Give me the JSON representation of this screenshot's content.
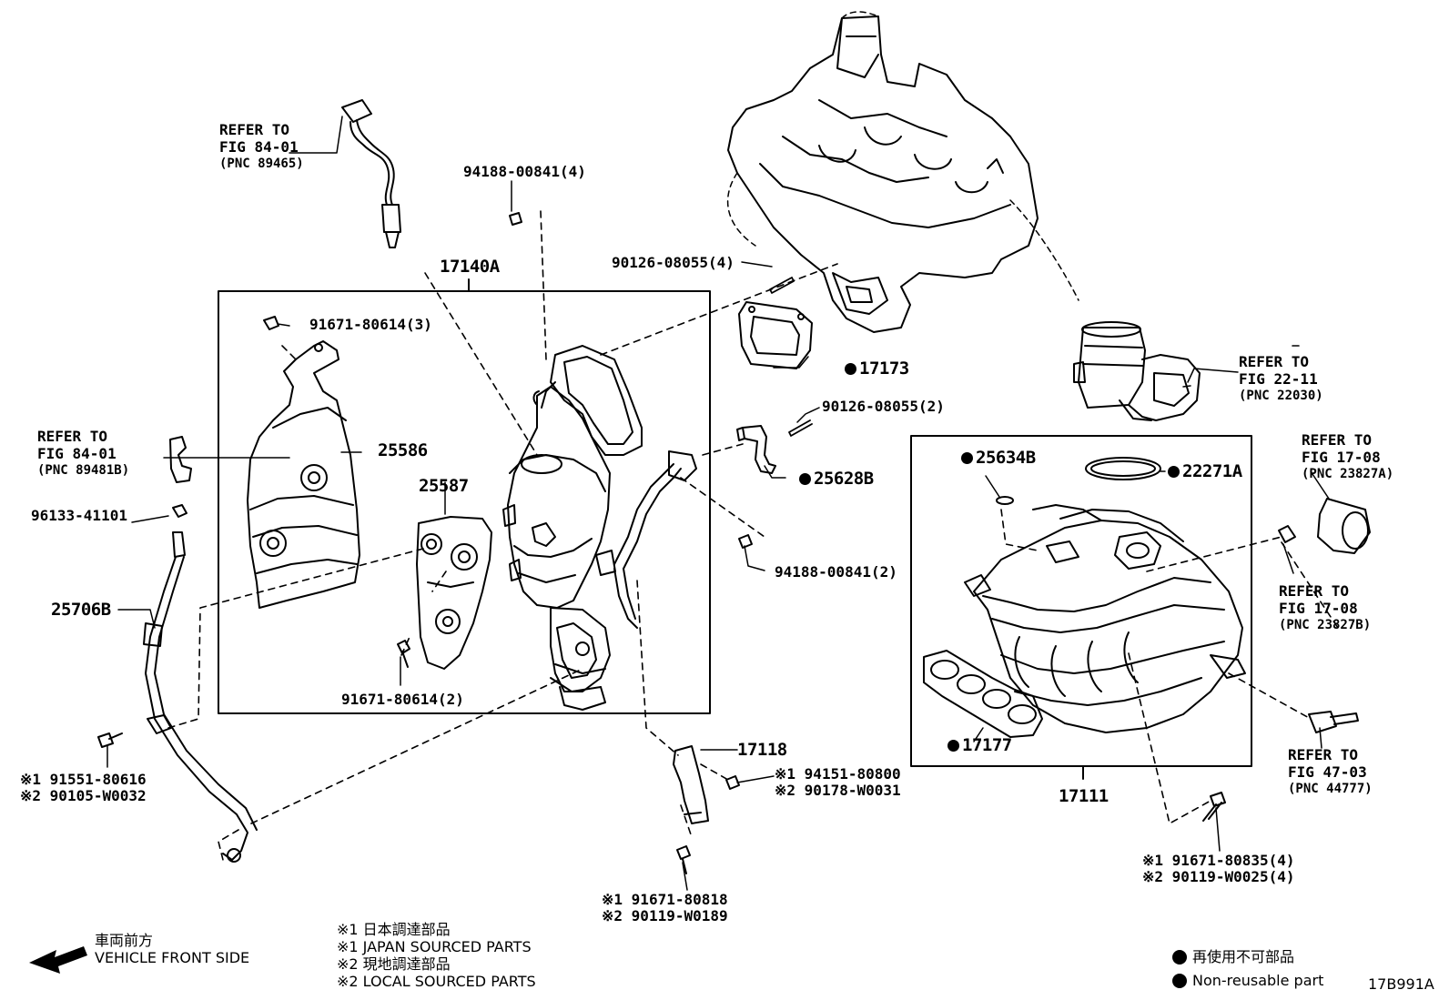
{
  "labels": {
    "refer_o2_upper": [
      "REFER TO",
      "FIG 84-01",
      "(PNC 89465)"
    ],
    "refer_o2_lower": [
      "REFER TO",
      "FIG 84-01",
      "(PNC 89481B)"
    ],
    "refer_throttle": [
      "REFER TO",
      "FIG 22-11",
      "(PNC 22030)"
    ],
    "refer_vsv_a": [
      "REFER TO",
      "FIG 17-08",
      "(PNC 23827A)"
    ],
    "refer_vsv_b": [
      "REFER TO",
      "FIG 17-08",
      "(PNC 23827B)"
    ],
    "refer_sensor": [
      "REFER TO",
      "FIG 47-03",
      "(PNC 44777)"
    ],
    "p_94188_4": "94188-00841(4)",
    "p_17140A": "17140A",
    "p_90126_4": "90126-08055(4)",
    "p_91671_3": "91671-80614(3)",
    "p_17173": "17173",
    "p_90126_2": "90126-08055(2)",
    "p_25586": "25586",
    "p_25587": "25587",
    "p_25628B": "25628B",
    "p_96133": "96133-41101",
    "p_25706B": "25706B",
    "p_94188_2": "94188-00841(2)",
    "p_91671_2": "91671-80614(2)",
    "p_25634B": "25634B",
    "p_22271A": "22271A",
    "p_17177": "17177",
    "p_17111": "17111",
    "p_17118": "17118",
    "bolt_91551": [
      "※1 91551-80616",
      "※2 90105-W0032"
    ],
    "bolt_94151": [
      "※1 94151-80800",
      "※2 90178-W0031"
    ],
    "bolt_91671_80818": [
      "※1 91671-80818",
      "※2 90119-W0189"
    ],
    "bolt_91671_80835": [
      "※1 91671-80835(4)",
      "※2 90119-W0025(4)"
    ]
  },
  "legend": {
    "vehicle_front_jp": "車両前方",
    "vehicle_front_en": "VEHICLE FRONT SIDE",
    "notes": [
      "※1  日本調達部品",
      "※1  JAPAN SOURCED PARTS",
      "※2  現地調達部品",
      "※2  LOCAL SOURCED PARTS"
    ],
    "nonreusable_jp": "再使用不可部品",
    "nonreusable_en": "Non-reusable part"
  },
  "figure_code": "17B991A"
}
